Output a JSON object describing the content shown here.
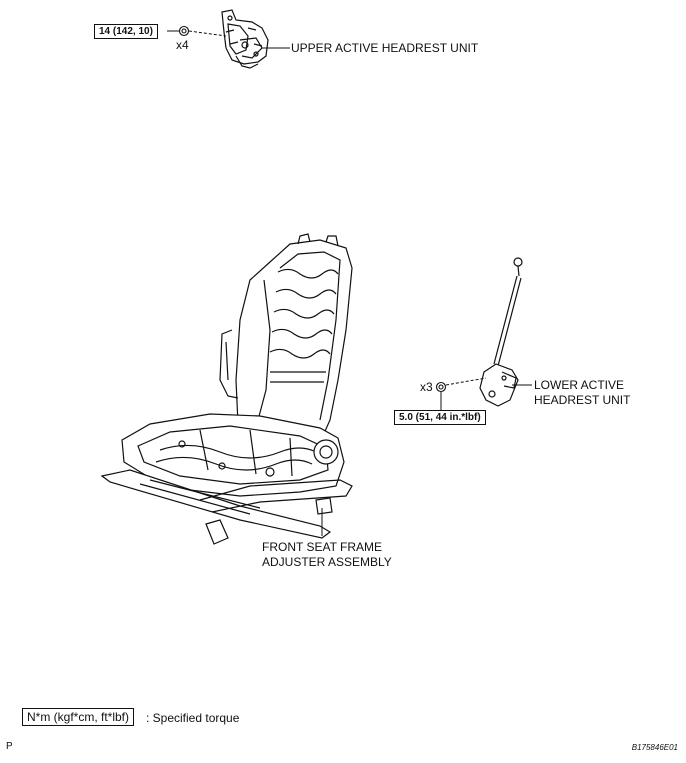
{
  "torque_upper": "14 (142, 10)",
  "qty_upper": "x4",
  "label_upper": "UPPER ACTIVE HEADREST UNIT",
  "qty_lower": "x3",
  "torque_lower": "5.0 (51, 44 in.*lbf)",
  "label_lower_1": "LOWER ACTIVE",
  "label_lower_2": "HEADREST UNIT",
  "label_frame_1": "FRONT SEAT FRAME",
  "label_frame_2": "ADJUSTER ASSEMBLY",
  "legend_box": "N*m (kgf*cm, ft*lbf)",
  "legend_text": ": Specified torque",
  "corner_left": "P",
  "corner_right": "B175846E01"
}
